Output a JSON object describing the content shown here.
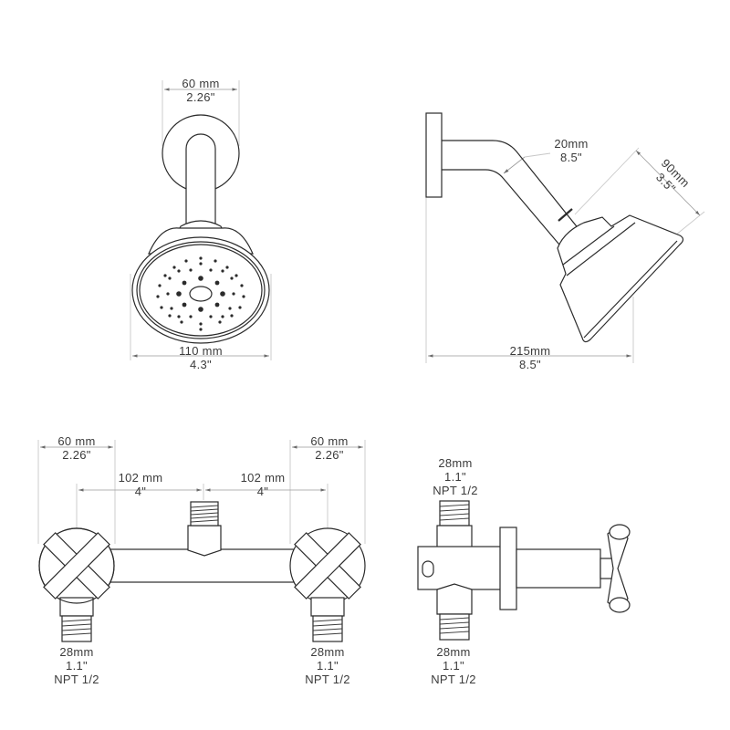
{
  "views": {
    "head_front": {
      "top_dim": {
        "mm": "60 mm",
        "in": "2.26\""
      },
      "bottom_dim": {
        "mm": "110 mm",
        "in": "4.3\""
      }
    },
    "head_side": {
      "arm_dim": {
        "mm": "20mm",
        "in": "8.5\""
      },
      "face_dim": {
        "mm": "90mm",
        "in": "3.5\""
      },
      "bottom_dim": {
        "mm": "215mm",
        "in": "8.5\""
      }
    },
    "valve_front": {
      "left_handle_dim": {
        "mm": "60 mm",
        "in": "2.26\""
      },
      "right_handle_dim": {
        "mm": "60 mm",
        "in": "2.26\""
      },
      "left_spacing_dim": {
        "mm": "102 mm",
        "in": "4\""
      },
      "right_spacing_dim": {
        "mm": "102 mm",
        "in": "4\""
      },
      "left_outlet": {
        "mm": "28mm",
        "in": "1.1\"",
        "thread": "NPT 1/2"
      },
      "right_outlet": {
        "mm": "28mm",
        "in": "1.1\"",
        "thread": "NPT 1/2"
      }
    },
    "valve_side": {
      "top_outlet": {
        "mm": "28mm",
        "in": "1.1\"",
        "thread": "NPT 1/2"
      },
      "bottom_outlet": {
        "mm": "28mm",
        "in": "1.1\"",
        "thread": "NPT 1/2"
      }
    }
  },
  "colors": {
    "line": "#2b2b2b",
    "dimension": "#c8c8c8",
    "text": "#3b3b3b"
  }
}
